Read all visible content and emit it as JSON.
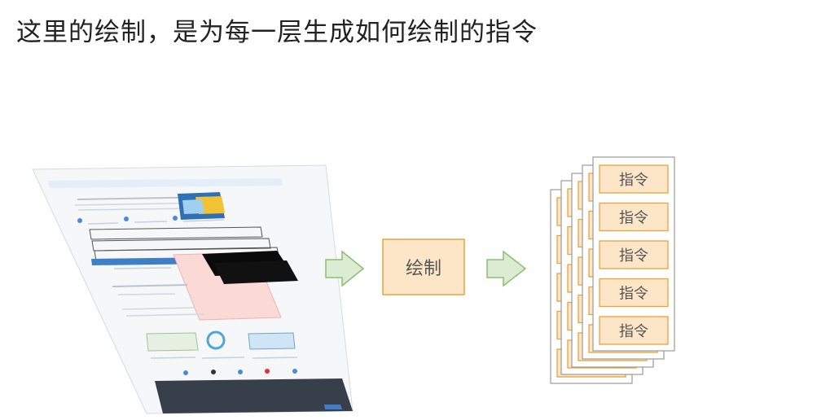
{
  "title": "这里的绘制，是为每一层生成如何绘制的指令",
  "process": {
    "label": "绘制"
  },
  "instructions": {
    "label": "指令",
    "count": 5
  },
  "colors": {
    "box_fill": "#fde6c8",
    "box_stroke": "#e8a33c",
    "arrow_fill": "#dcecd3",
    "arrow_stroke": "#8bbf72",
    "card_stroke": "#9a9a9a",
    "card_fill": "#ffffff",
    "label_text": "#555555"
  }
}
